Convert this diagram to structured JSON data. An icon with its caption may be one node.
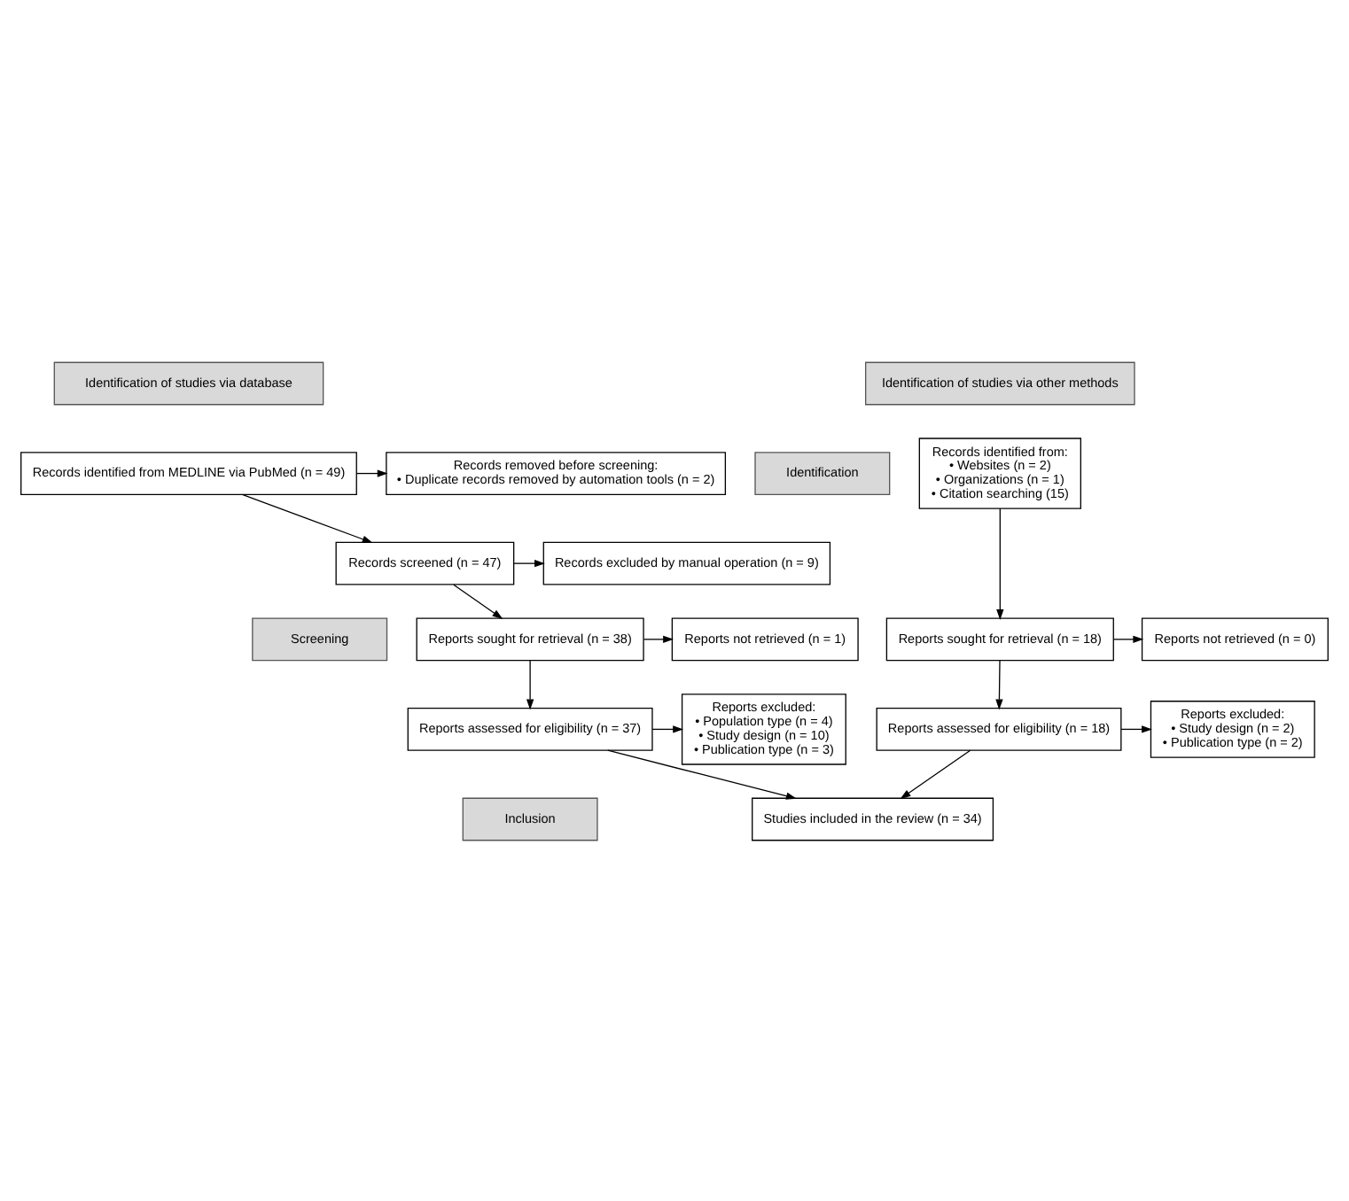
{
  "diagram": {
    "nodes": [
      {
        "text": [
          "Identification of studies via database"
        ]
      },
      {
        "text": [
          "Identification of studies via other methods"
        ]
      },
      {
        "text": [
          "Identification"
        ]
      },
      {
        "text": [
          "Screening"
        ]
      },
      {
        "text": [
          "Inclusion"
        ]
      },
      {
        "text": [
          "Records identified from MEDLINE via PubMed (n = 49)"
        ]
      },
      {
        "text": [
          "Records removed before screening:",
          "• Duplicate records removed by automation tools (n = 2)"
        ]
      },
      {
        "text": [
          "Records identified from:",
          "• Websites (n = 2)",
          "• Organizations (n = 1)",
          "• Citation searching (15)"
        ]
      },
      {
        "text": [
          "Records screened (n = 47)"
        ]
      },
      {
        "text": [
          "Records excluded by manual operation (n = 9)"
        ]
      },
      {
        "text": [
          "Reports sought for retrieval (n = 38)"
        ]
      },
      {
        "text": [
          "Reports not retrieved (n = 1)"
        ]
      },
      {
        "text": [
          "Reports sought for retrieval (n = 18)"
        ]
      },
      {
        "text": [
          "Reports not retrieved (n = 0)"
        ]
      },
      {
        "text": [
          "Reports assessed for eligibility (n = 37)"
        ]
      },
      {
        "text": [
          "Reports excluded:",
          "• Population type (n = 4)",
          "• Study design (n = 10)",
          "• Publication type (n = 3)"
        ]
      },
      {
        "text": [
          "Reports assessed for eligibility (n = 18)"
        ]
      },
      {
        "text": [
          "Reports excluded:",
          "• Study design (n = 2)",
          "• Publication type (n = 2)"
        ]
      },
      {
        "text": [
          "Studies included in the review (n = 34)"
        ]
      }
    ],
    "edges": [
      {
        "from": 5,
        "to": 6,
        "arrow": "to"
      },
      {
        "from": 5,
        "to": 8,
        "arrow": "to"
      },
      {
        "from": 8,
        "to": 9,
        "arrow": "to"
      },
      {
        "from": 8,
        "to": 10,
        "arrow": "to"
      },
      {
        "from": 10,
        "to": 11,
        "arrow": "to"
      },
      {
        "from": 10,
        "to": 14,
        "arrow": "to"
      },
      {
        "from": 14,
        "to": 15,
        "arrow": "to"
      },
      {
        "from": 14,
        "to": 18,
        "arrow": "to"
      },
      {
        "from": 7,
        "to": 12,
        "arrow": "to"
      },
      {
        "from": 12,
        "to": 13,
        "arrow": "to"
      },
      {
        "from": 12,
        "to": 16,
        "arrow": "to"
      },
      {
        "from": 16,
        "to": 17,
        "arrow": "to"
      },
      {
        "from": 16,
        "to": 18,
        "arrow": "to"
      }
    ]
  }
}
